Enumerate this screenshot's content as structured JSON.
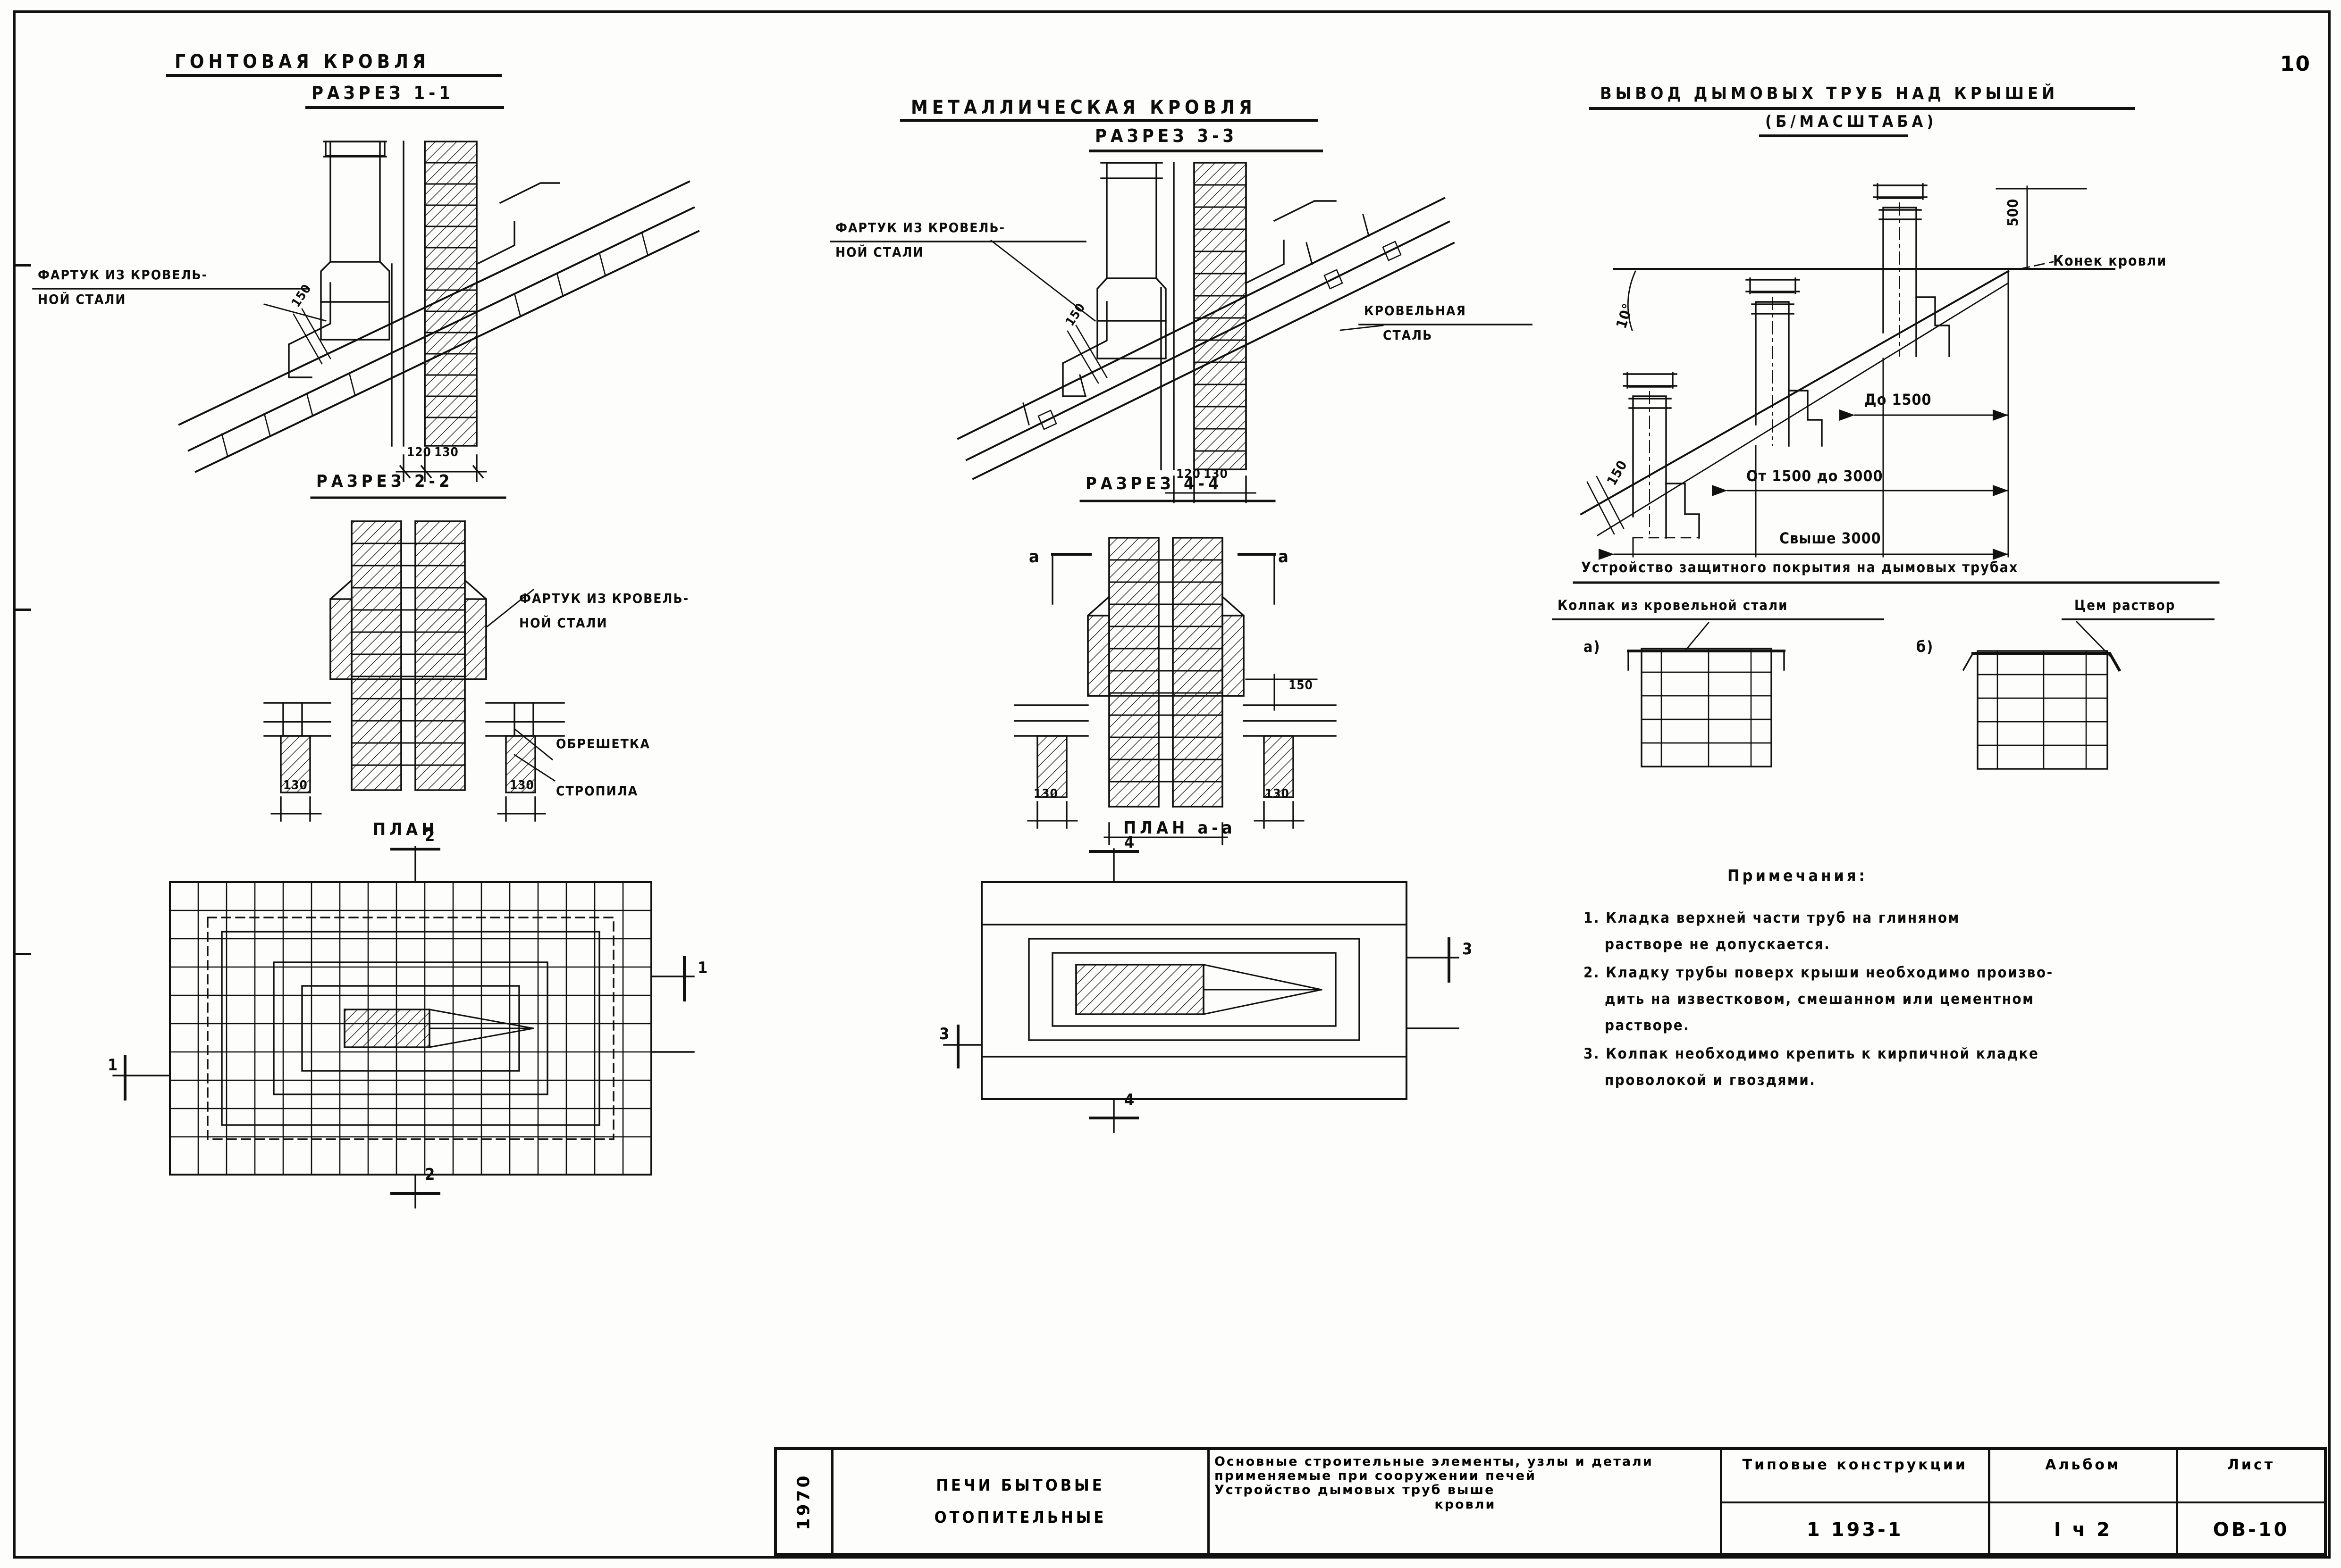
{
  "sheet": {
    "page_number": "10",
    "background": "#fdfdfb",
    "ink": "#111111"
  },
  "panels": {
    "left": {
      "title_line1": "ГОНТОВАЯ КРОВЛЯ",
      "title_line2": "РАЗРЕЗ 1-1",
      "subtitle_section2": "РАЗРЕЗ 2-2",
      "plan_label": "ПЛАН",
      "labels": {
        "apron": "ФАРТУК ИЗ КРОВЕЛЬ-",
        "apron2": "НОЙ СТАЛИ",
        "apron_plan": "ФАРТУК ИЗ КРОВЕЛЬ-",
        "apron_plan2": "НОЙ СТАЛИ",
        "lathing": "ОБРЕШЕТКА",
        "rafter": "СТРОПИЛА"
      },
      "dims": {
        "d150": "150",
        "d120": "120",
        "d130": "130",
        "plan_left": "130",
        "plan_right": "130"
      },
      "section_marks": {
        "a": "1",
        "b": "1",
        "c": "2",
        "d": "2"
      }
    },
    "middle": {
      "title_line1": "МЕТАЛЛИЧЕСКАЯ КРОВЛЯ",
      "title_line2": "РАЗРЕЗ 3-3",
      "subtitle_section4": "РАЗРЕЗ 4-4",
      "plan_label": "ПЛАН а-а",
      "labels": {
        "apron": "ФАРТУК ИЗ КРОВЕЛЬ-",
        "apron2": "НОЙ СТАЛИ",
        "roof_steel": "КРОВЕЛЬНАЯ",
        "roof_steel2": "СТАЛЬ"
      },
      "dims": {
        "d150": "150",
        "d120": "120",
        "d130": "130",
        "sec_left": "130",
        "sec_right": "130",
        "sec_150": "150"
      },
      "section_marks": {
        "a1": "а",
        "a2": "а",
        "f1": "4",
        "f2": "4",
        "t1": "3",
        "t2": "3"
      }
    },
    "right": {
      "title_line1": "ВЫВОД ДЫМОВЫХ ТРУБ НАД КРЫШЕЙ",
      "title_line2": "(Б/МАСШТАБА)",
      "ridge_label": "Конек кровли",
      "dims": {
        "h500": "500",
        "angle": "10°",
        "to1500": "До 1500",
        "from1500to3000": "От 1500 до 3000",
        "over3000": "Свыше 3000",
        "d150": "150"
      },
      "protective": {
        "title": "Устройство защитного покрытия на дымовых трубах",
        "label_left": "Колпак из кровельной стали",
        "label_right": "Цем раствор",
        "variant_a": "а)",
        "variant_b": "б)"
      }
    }
  },
  "notes": {
    "heading": "Примечания:",
    "items": [
      "1. Кладка верхней части труб на глиняном",
      "растворе не допускается.",
      "2. Кладку трубы поверх крыши необходимо произво-",
      "дить на известковом, смешанном или цементном",
      "растворе.",
      "3. Колпак необходимо крепить к кирпичной кладке",
      "проволокой и гвоздями."
    ]
  },
  "title_block": {
    "year": "1970",
    "object_line1": "ПЕЧИ БЫТОВЫЕ",
    "object_line2": "ОТОПИТЕЛЬНЫЕ",
    "desc_line1": "Основные строительные элементы, узлы и детали",
    "desc_line2": "применяемые при сооружении печей",
    "desc_line3": "Устройство дымовых труб выше",
    "desc_line4": "кровли",
    "series_head": "Типовые конструкции",
    "series_value": "1 193-1",
    "album_head": "Альбом",
    "album_value": "I ч 2",
    "sheet_head": "Лист",
    "sheet_value": "ОВ-10"
  }
}
